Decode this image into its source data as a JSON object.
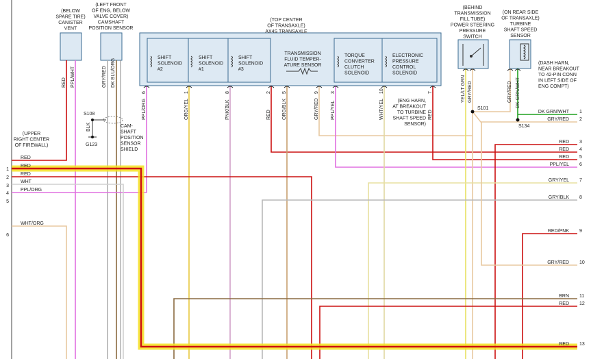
{
  "components": {
    "canister_vent": {
      "location_lines": [
        "(BELOW",
        "SPARE TIRE)"
      ],
      "name_lines": [
        "CANISTER",
        "VENT"
      ]
    },
    "cam_sensor": {
      "location_lines": [
        "(LEFT FRONT",
        "OF ENG, BELOW",
        "VALVE COVER)"
      ],
      "name_lines": [
        "CAMSHAFT",
        "POSITION SENSOR"
      ]
    },
    "transaxle": {
      "location_lines": [
        "(TOP CENTER",
        "OF TRANSAXLE)"
      ],
      "name_lines": [
        "AX4S TRANSAXLE"
      ]
    },
    "ps_switch": {
      "location_lines": [
        "(BEHIND",
        "TRANSMISSION",
        "FILL TUBE)"
      ],
      "name_lines": [
        "POWER STEERING",
        "PRESSURE",
        "SWITCH"
      ]
    },
    "turbine_sensor": {
      "location_lines": [
        "(ON REAR SIDE",
        "OF TRANSAXLE)"
      ],
      "name_lines": [
        "TURBINE",
        "SHAFT SPEED",
        "SENSOR"
      ]
    },
    "dash_harn_note": {
      "lines": [
        "(DASH HARN,",
        "NEAR BREAKOUT",
        "TO 42-PIN CONN",
        "IN LEFT SIDE OF",
        "ENG COMPT)"
      ]
    },
    "eng_harn_note": {
      "lines": [
        "(ENG HARN,",
        "AT BREAKOUT",
        "TO TURBINE",
        "SHAFT SPEED",
        "SENSOR)"
      ]
    },
    "upper_right_note": {
      "lines": [
        "(UPPER",
        "RIGHT CENTER",
        "OF FIREWALL)"
      ]
    },
    "shield_note": {
      "lines": [
        "CAM-",
        "SHAFT",
        "POSITION",
        "SENSOR",
        "SHIELD"
      ]
    }
  },
  "solenoids": [
    {
      "lines": [
        "SHIFT",
        "SOLENOID",
        "#2"
      ]
    },
    {
      "lines": [
        "SHIFT",
        "SOLENOID",
        "#1"
      ]
    },
    {
      "lines": [
        "SHIFT",
        "SOLENOID",
        "#3"
      ]
    },
    {
      "lines": [
        "TRANSMISSION",
        "FLUID TEMPER-",
        "ATURE SENSOR"
      ]
    },
    {
      "lines": [
        "TORQUE",
        "CONVERTER",
        "CLUTCH",
        "SOLENOID"
      ]
    },
    {
      "lines": [
        "ELECTRONIC",
        "PRESSURE",
        "CONTROL",
        "SOLENOID"
      ]
    }
  ],
  "splices": {
    "s108": "S108",
    "g123": "G123",
    "s101": "S101",
    "s134": "S134",
    "blk": "BLK"
  },
  "wire_colors": {
    "canister": [
      "RED",
      "PPL/WHT"
    ],
    "cam": [
      "GRY/RED",
      "DK BLU/ORG"
    ],
    "transaxle": [
      "PPL/ORG",
      "ORG/YEL",
      "PNK/BLK",
      "RED",
      "ORG/BLK",
      "GRY/RED",
      "PPL/YEL",
      "WHT/YEL",
      "RED"
    ],
    "transaxle_pins": [
      "6",
      "1",
      "8",
      "2",
      "5",
      "9",
      "3",
      "10",
      "7"
    ],
    "ps_switch": [
      "YEL/LT GRN",
      "GRY/RED"
    ],
    "turbine": [
      "GRY/RED",
      "DK GRN/WHT"
    ]
  },
  "left_connector": [
    {
      "num": "1",
      "label": "RED"
    },
    {
      "num": "2",
      "label": "RED"
    },
    {
      "num": "3",
      "label": "RED"
    },
    {
      "num": "4",
      "label": "WHT"
    },
    {
      "num": "5",
      "label": "PPL/ORG"
    },
    {
      "num": "6",
      "label": "WHT/ORG"
    }
  ],
  "right_connector": [
    {
      "num": "1",
      "label": "DK GRN/WHT"
    },
    {
      "num": "2",
      "label": "GRY/RED"
    },
    {
      "num": "3",
      "label": "RED"
    },
    {
      "num": "4",
      "label": "RED"
    },
    {
      "num": "5",
      "label": "RED"
    },
    {
      "num": "6",
      "label": "PPL/YEL"
    },
    {
      "num": "7",
      "label": "GRY/YEL"
    },
    {
      "num": "8",
      "label": "GRY/BLK"
    },
    {
      "num": "9",
      "label": "RED/PNK"
    },
    {
      "num": "10",
      "label": "GRY/RED"
    },
    {
      "num": "11",
      "label": "BRN"
    },
    {
      "num": "12",
      "label": "RED"
    },
    {
      "num": "13",
      "label": "RED"
    }
  ],
  "colors": {
    "red": "#cc1010",
    "pink": "#e070e0",
    "tan": "#e8c8a0",
    "gray": "#b0b0b0",
    "yellow": "#e8e060",
    "green": "#20a020",
    "brown": "#8a6a40",
    "highlight": "#f5e020",
    "box_fill": "#dde9f3",
    "box_stroke": "#3a6a90"
  }
}
